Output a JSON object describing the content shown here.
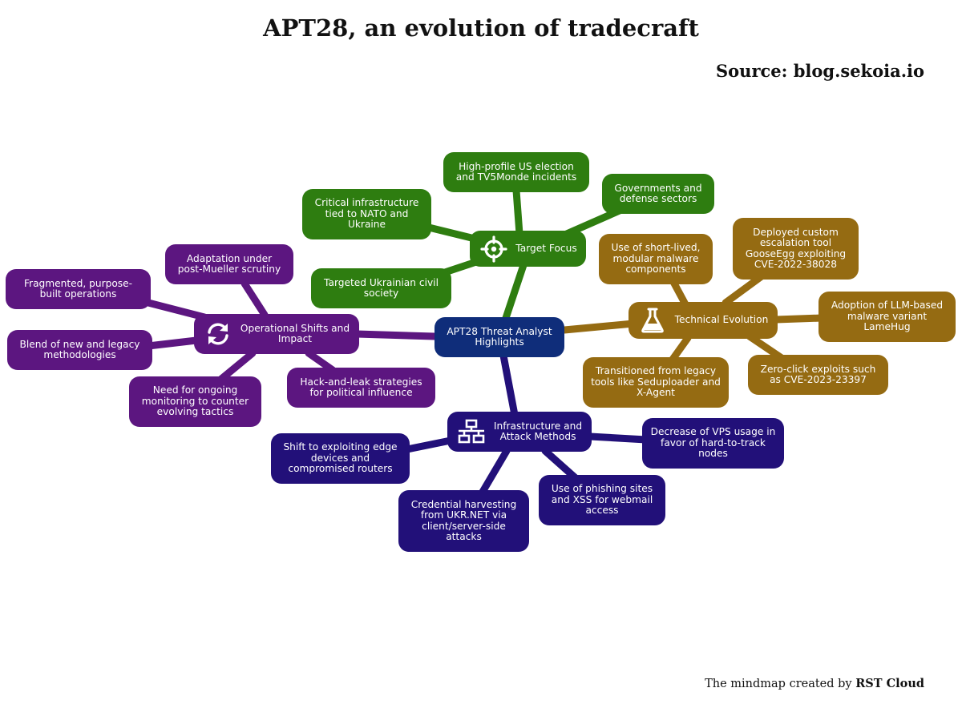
{
  "title": "APT28, an evolution of tradecraft",
  "source": "Source: blog.sekoia.io",
  "credit": {
    "prefix": "The mindmap created by ",
    "brand": "RST Cloud"
  },
  "colors": {
    "center": "#0f2d7a",
    "target_focus": "#2e7d10",
    "technical_evolution": "#956b12",
    "operational_shifts": "#5c1680",
    "infrastructure": "#221079"
  },
  "center": {
    "label": "APT28 Threat Analyst Highlights"
  },
  "branches": {
    "target_focus": {
      "label": "Target Focus",
      "icon": "crosshair-icon",
      "children": [
        "High-profile US election and TV5Monde incidents",
        "Governments and defense sectors",
        "Critical infrastructure tied to NATO and Ukraine",
        "Targeted Ukrainian civil society"
      ]
    },
    "technical_evolution": {
      "label": "Technical Evolution",
      "icon": "flask-icon",
      "children": [
        "Use of short-lived, modular malware components",
        "Deployed custom escalation tool GooseEgg exploiting CVE-2022-38028",
        "Adoption of LLM-based malware variant LameHug",
        "Zero-click exploits such as CVE-2023-23397",
        "Transitioned from legacy tools like Seduploader and X-Agent"
      ]
    },
    "operational_shifts": {
      "label": "Operational Shifts and Impact",
      "icon": "refresh-icon",
      "children": [
        "Adaptation under post-Mueller scrutiny",
        "Fragmented, purpose-built operations",
        "Blend of new and legacy methodologies",
        "Need for ongoing monitoring to counter evolving tactics",
        "Hack-and-leak strategies for political influence"
      ]
    },
    "infrastructure": {
      "label": "Infrastructure and Attack Methods",
      "icon": "network-icon",
      "children": [
        "Shift to exploiting edge devices and compromised routers",
        "Credential harvesting from UKR.NET via client/server-side attacks",
        "Use of phishing sites and XSS for webmail access",
        "Decrease of VPS usage in favor of hard-to-track nodes"
      ]
    }
  }
}
